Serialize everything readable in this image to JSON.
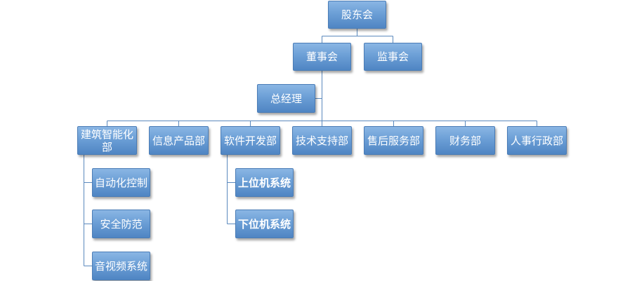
{
  "diagram": {
    "root": {
      "label": "股东会"
    },
    "board": {
      "label": "董事会"
    },
    "supervisors": {
      "label": "监事会"
    },
    "gm": {
      "label": "总经理"
    },
    "departments": [
      {
        "label": "建筑智能化部",
        "children": [
          "自动化控制",
          "安全防范",
          "音视频系统"
        ]
      },
      {
        "label": "信息产品部"
      },
      {
        "label": "软件开发部",
        "children": [
          "上位机系统",
          "下位机系统"
        ]
      },
      {
        "label": "技术支持部"
      },
      {
        "label": "售后服务部"
      },
      {
        "label": "财务部"
      },
      {
        "label": "人事行政部"
      }
    ],
    "colors": {
      "node_top": "#8ab6e4",
      "node_bottom": "#4f85c3",
      "connector": "#5b89bd",
      "text": "#ffffff"
    }
  }
}
